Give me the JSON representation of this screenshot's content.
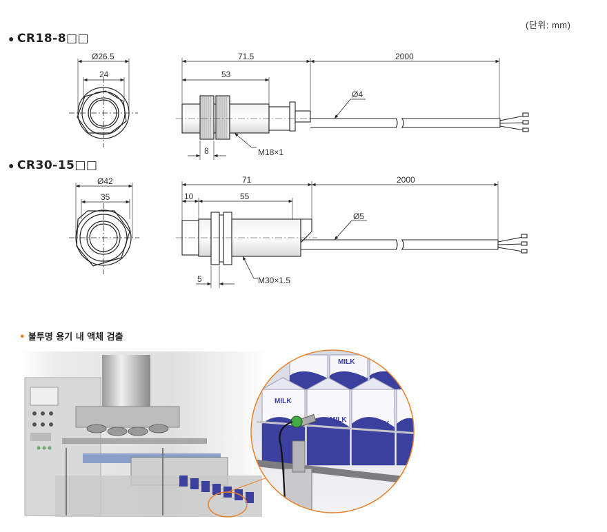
{
  "unit_label": "(단위: mm)",
  "models": [
    {
      "name": "CR18-8□□",
      "dims": {
        "outer_dia": "Ø26.5",
        "hex": "24",
        "length": "71.5",
        "cable_len": "2000",
        "body": "53",
        "nut": "8",
        "thread": "M18×1",
        "cable_dia": "Ø4"
      }
    },
    {
      "name": "CR30-15□□",
      "dims": {
        "outer_dia": "Ø42",
        "hex": "35",
        "length": "71",
        "cable_len": "2000",
        "front": "10",
        "body": "55",
        "nut": "5",
        "thread": "M30×1.5",
        "cable_dia": "Ø5"
      }
    }
  ],
  "application": {
    "title": "불투명 용기 내 액체 검출",
    "package_text": "MILK"
  },
  "colors": {
    "accent": "#e8822a",
    "carton_blue": "#3b3f9e",
    "line": "#222222"
  }
}
